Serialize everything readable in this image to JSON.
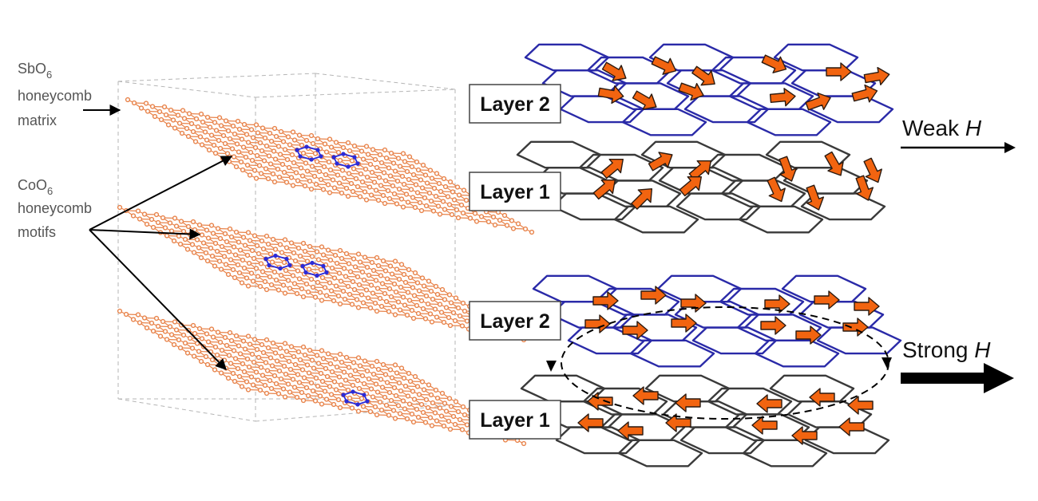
{
  "left_panel": {
    "matrix_label": {
      "line1_base": "SbO",
      "line1_sub": "6",
      "line2": "honeycomb",
      "line3": "matrix"
    },
    "motif_label": {
      "line1_base": "CoO",
      "line1_sub": "6",
      "line2": "honeycomb",
      "line3": "motifs"
    }
  },
  "right_panel": {
    "top": {
      "layer2": "Layer 2",
      "layer1": "Layer 1",
      "field_word": "Weak",
      "field_symbol": "H"
    },
    "bottom": {
      "layer2": "Layer 2",
      "layer1": "Layer 1",
      "field_word": "Strong",
      "field_symbol": "H"
    }
  },
  "colors": {
    "matrix_atoms": "#e8834a",
    "motif_atoms": "#2a2ad8",
    "layer2_lattice": "#2a2aa8",
    "layer1_lattice": "#3a3a3a",
    "spin_arrow": "#f26410",
    "spin_arrow_outline": "#2a1a10",
    "field_arrow": "#000000"
  },
  "diagram_state": {
    "weak_field": {
      "layer1_spins": "canted",
      "layer2_spins": "canted"
    },
    "strong_field": {
      "layer1_spins": "left",
      "layer2_spins": "right"
    }
  }
}
